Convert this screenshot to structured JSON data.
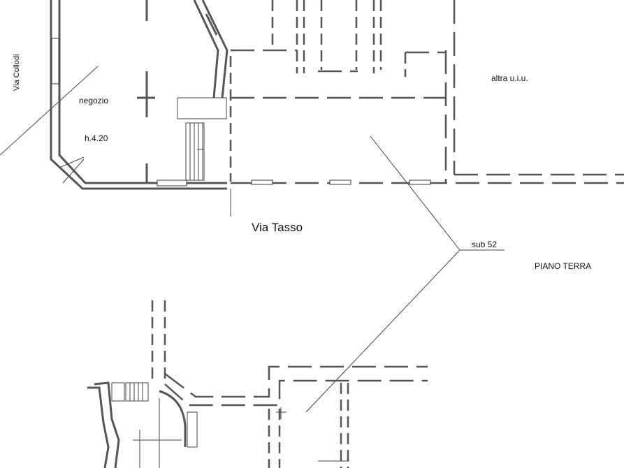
{
  "labels": {
    "street_left": "Via Collodi",
    "room_name": "negozio",
    "room_height": "h.4.20",
    "other_unit": "altra u.i.u.",
    "street_main": "Via Tasso",
    "sub": "sub 52",
    "floor": "PIANO TERRA"
  }
}
